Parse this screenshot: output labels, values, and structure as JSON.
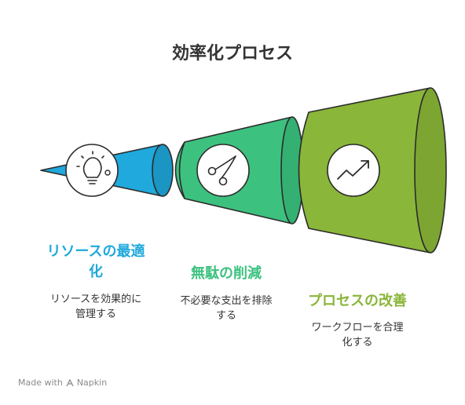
{
  "title": "効率化プロセス",
  "colors": {
    "blue": "#1fa9dc",
    "green": "#3dc17f",
    "olive": "#8ab63a"
  },
  "stages": [
    {
      "heading_line1": "リソースの最適",
      "heading_line2": "化",
      "desc_line1": "リソースを効果的に",
      "desc_line2": "管理する",
      "icon": "lightbulb-icon",
      "color": "#1fa9dc"
    },
    {
      "heading_line1": "無駄の削減",
      "desc_line1": "不必要な支出を排除",
      "desc_line2": "する",
      "icon": "scissors-icon",
      "color": "#3dc17f"
    },
    {
      "heading_line1": "プロセスの改善",
      "desc_line1": "ワークフローを合理",
      "desc_line2": "化する",
      "icon": "trend-up-icon",
      "color": "#8ab63a"
    }
  ],
  "branding": {
    "made_with": "Made with",
    "brand": "Napkin"
  }
}
